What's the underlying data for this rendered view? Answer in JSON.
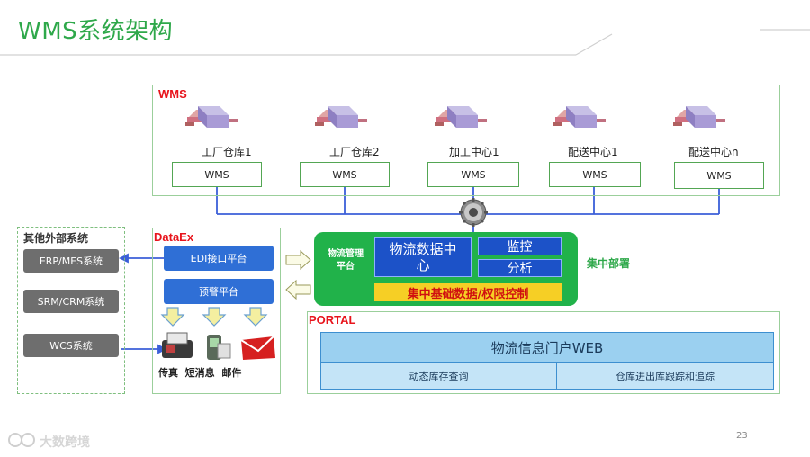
{
  "header": {
    "title": "WMS系统架构"
  },
  "wms_section": {
    "label": "WMS",
    "sites": [
      {
        "name": "工厂仓库1",
        "system": "WMS"
      },
      {
        "name": "工厂仓库2",
        "system": "WMS"
      },
      {
        "name": "加工中心1",
        "system": "WMS"
      },
      {
        "name": "配送中心1",
        "system": "WMS"
      },
      {
        "name": "配送中心n",
        "system": "WMS"
      }
    ]
  },
  "external": {
    "title": "其他外部系统",
    "systems": [
      "ERP/MES系统",
      "SRM/CRM系统",
      "WCS系统"
    ]
  },
  "dataex": {
    "label": "DataEx",
    "edi": "EDI接口平台",
    "alert": "预警平台",
    "channels": "传真  短消息  邮件"
  },
  "central": {
    "platform_label": "物流管理平台",
    "data_center": "物流数据中心",
    "monitor": "监控",
    "analysis": "分析",
    "base_control": "集中基础数据/权限控制",
    "deployment_label": "集中部署"
  },
  "portal": {
    "label": "PORTAL",
    "header": "物流信息门户WEB",
    "items": [
      "动态库存查询",
      "仓库进出库跟踪和追踪"
    ]
  },
  "footer": {
    "page_number": "23",
    "logo_text": "大数跨境"
  },
  "colors": {
    "title_green": "#2ea84a",
    "accent_red": "#e8141c",
    "center_green": "#21b24a",
    "center_blue": "#1c52c8"
  }
}
